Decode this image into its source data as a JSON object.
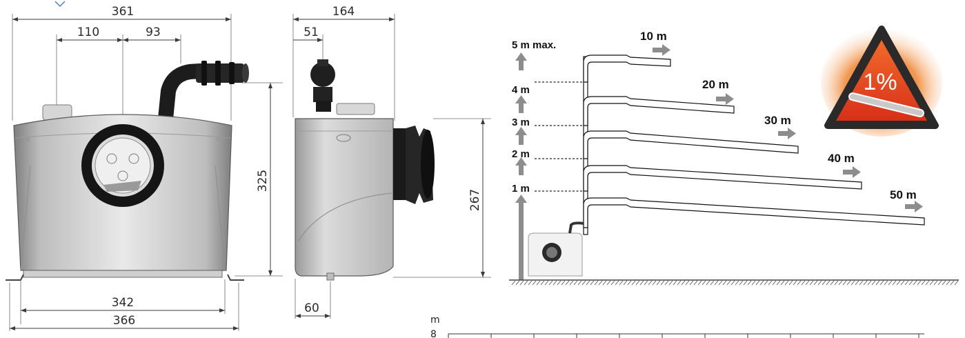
{
  "front_view": {
    "dims": {
      "overall_width": "361",
      "left_offset": "110",
      "outlet_offset": "93",
      "height": "325",
      "base_width": "342",
      "feet_width": "366"
    }
  },
  "side_view": {
    "dims": {
      "depth": "164",
      "outlet_offset": "51",
      "inlet_height": "267",
      "drain_offset": "60"
    }
  },
  "pumping_diagram": {
    "height_labels": [
      "5 m max.",
      "4 m",
      "3 m",
      "2 m",
      "1 m"
    ],
    "distance_labels": [
      "10 m",
      "20 m",
      "30 m",
      "40 m",
      "50 m"
    ],
    "slope_sign": {
      "text": "1%",
      "colors": {
        "fill": "#e0391c",
        "glow": "#f08a3a",
        "frame": "#2a2a2a"
      }
    }
  },
  "chart_fragment": {
    "axis_unit": "m",
    "axis_top_tick": "8"
  }
}
